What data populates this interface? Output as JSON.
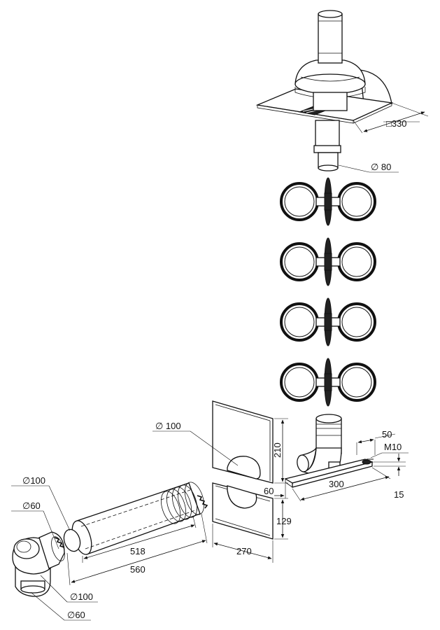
{
  "dimensions": {
    "roof_plate_size": "□330",
    "chimney_dia": "∅ 80",
    "plate_dia": "∅ 100",
    "plate_height": "210",
    "plate_bottom_height": "129",
    "plate_width": "270",
    "bracket_offset": "60",
    "bracket_length": "300",
    "bracket_slot": "50",
    "bolt": "M10",
    "bracket_thickness": "15",
    "pipe_inner_length": "518",
    "pipe_outer_length": "560",
    "elbow_outer_top": "∅100",
    "elbow_inner_top": "∅60",
    "elbow_outer_bottom": "∅100",
    "elbow_inner_bottom": "∅60"
  }
}
